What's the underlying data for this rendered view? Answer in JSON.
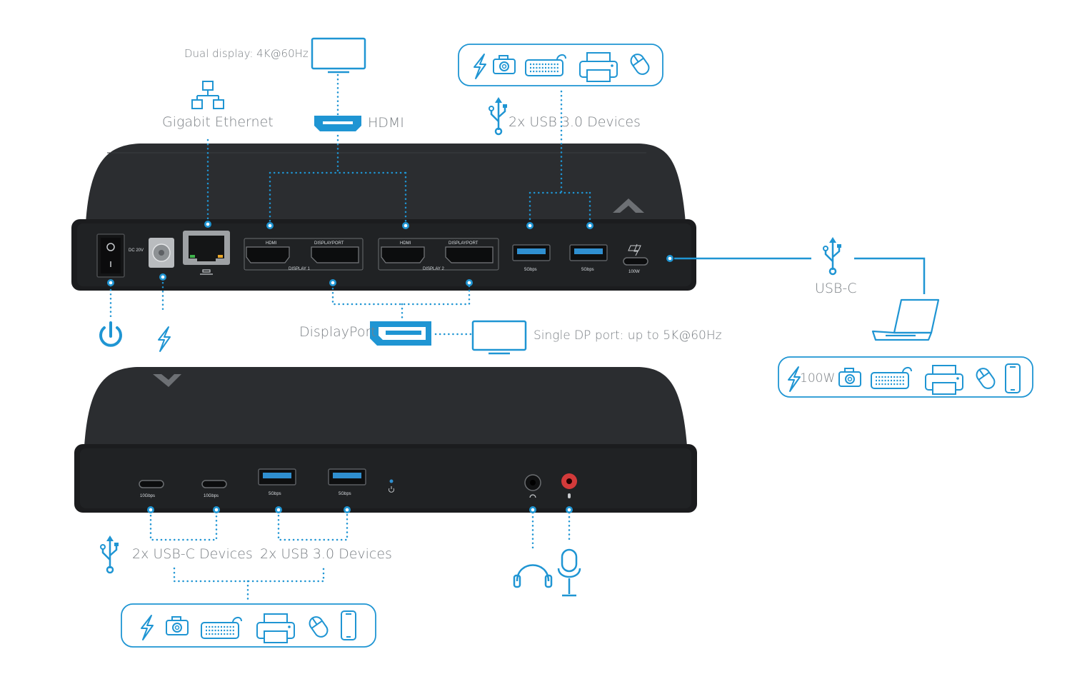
{
  "colors": {
    "accent": "#1f95d3",
    "dock_body": "#2a2c2f",
    "dock_panel": "#1d1f21",
    "label": "#7a7f84"
  },
  "top_labels": {
    "dual_display": "Dual display: 4K@60Hz",
    "gigabit_ethernet": "Gigabit Ethernet",
    "hdmi": "HDMI",
    "usb30_devices": "2x USB 3.0 Devices",
    "usb_c": "USB-C",
    "displayport": "DisplayPort",
    "single_dp": "Single DP port: up to 5K@60Hz",
    "power_100w": "100W"
  },
  "bottom_labels": {
    "usbc_devices": "2x USB-C Devices",
    "usb30_devices": "2x USB 3.0 Devices"
  },
  "rear_panel_text": {
    "dc_in": "DC 20V",
    "hdmi_1": "HDMI",
    "displayport_1": "DISPLAYPORT",
    "display_1": "DISPLAY 1",
    "hdmi_2": "HDMI",
    "displayport_2": "DISPLAYPORT",
    "display_2": "DISPLAY 2",
    "usb_a_1": "5Gbps",
    "usb_a_2": "5Gbps",
    "usb_c_host": "100W"
  },
  "front_panel_text": {
    "usb_c_1": "10Gbps",
    "usb_c_2": "10Gbps",
    "usb_a_1": "5Gbps",
    "usb_a_2": "5Gbps"
  },
  "icons": [
    "network-icon",
    "monitor-icon",
    "hdmi-connector-icon",
    "usb-icon",
    "power-icon",
    "lightning-icon",
    "displayport-connector-icon",
    "laptop-icon",
    "camera-icon",
    "keyboard-icon",
    "printer-icon",
    "mouse-icon",
    "phone-icon",
    "headphones-icon",
    "microphone-icon"
  ]
}
